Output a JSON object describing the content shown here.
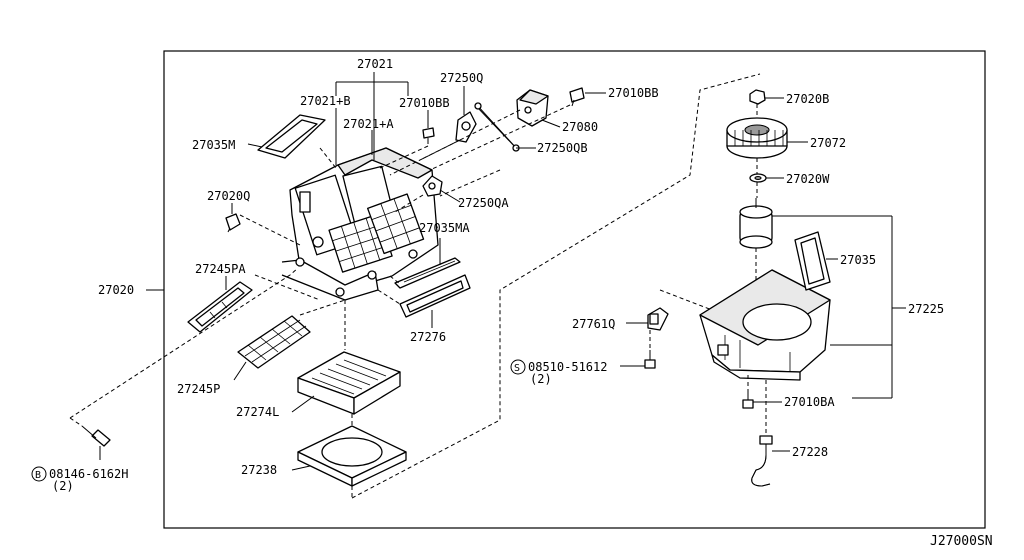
{
  "diagram_code": "J27000SN",
  "labels": {
    "p27021": "27021",
    "p27021b": "27021+B",
    "p27021a": "27021+A",
    "p27250q": "27250Q",
    "p27010bb_left": "27010BB",
    "p27010bb_right": "27010BB",
    "p27080": "27080",
    "p27250qb": "27250QB",
    "p27250qa": "27250QA",
    "p27035m": "27035M",
    "p27020q": "27020Q",
    "p27035ma": "27035MA",
    "p27020": "27020",
    "p27245pa": "27245PA",
    "p27276": "27276",
    "p27245p": "27245P",
    "p27274l": "27274L",
    "p27238": "27238",
    "bolt_left_code": "08146-6162H",
    "bolt_left_symbol": "B",
    "bolt_left_qty": "(2)",
    "p27020b": "27020B",
    "p27072": "27072",
    "p27020w": "27020W",
    "p27035": "27035",
    "p27225": "27225",
    "p27761q": "27761Q",
    "screw_code": "08510-51612",
    "screw_symbol": "S",
    "screw_qty": "(2)",
    "p27010ba": "27010BA",
    "p27228": "27228"
  }
}
